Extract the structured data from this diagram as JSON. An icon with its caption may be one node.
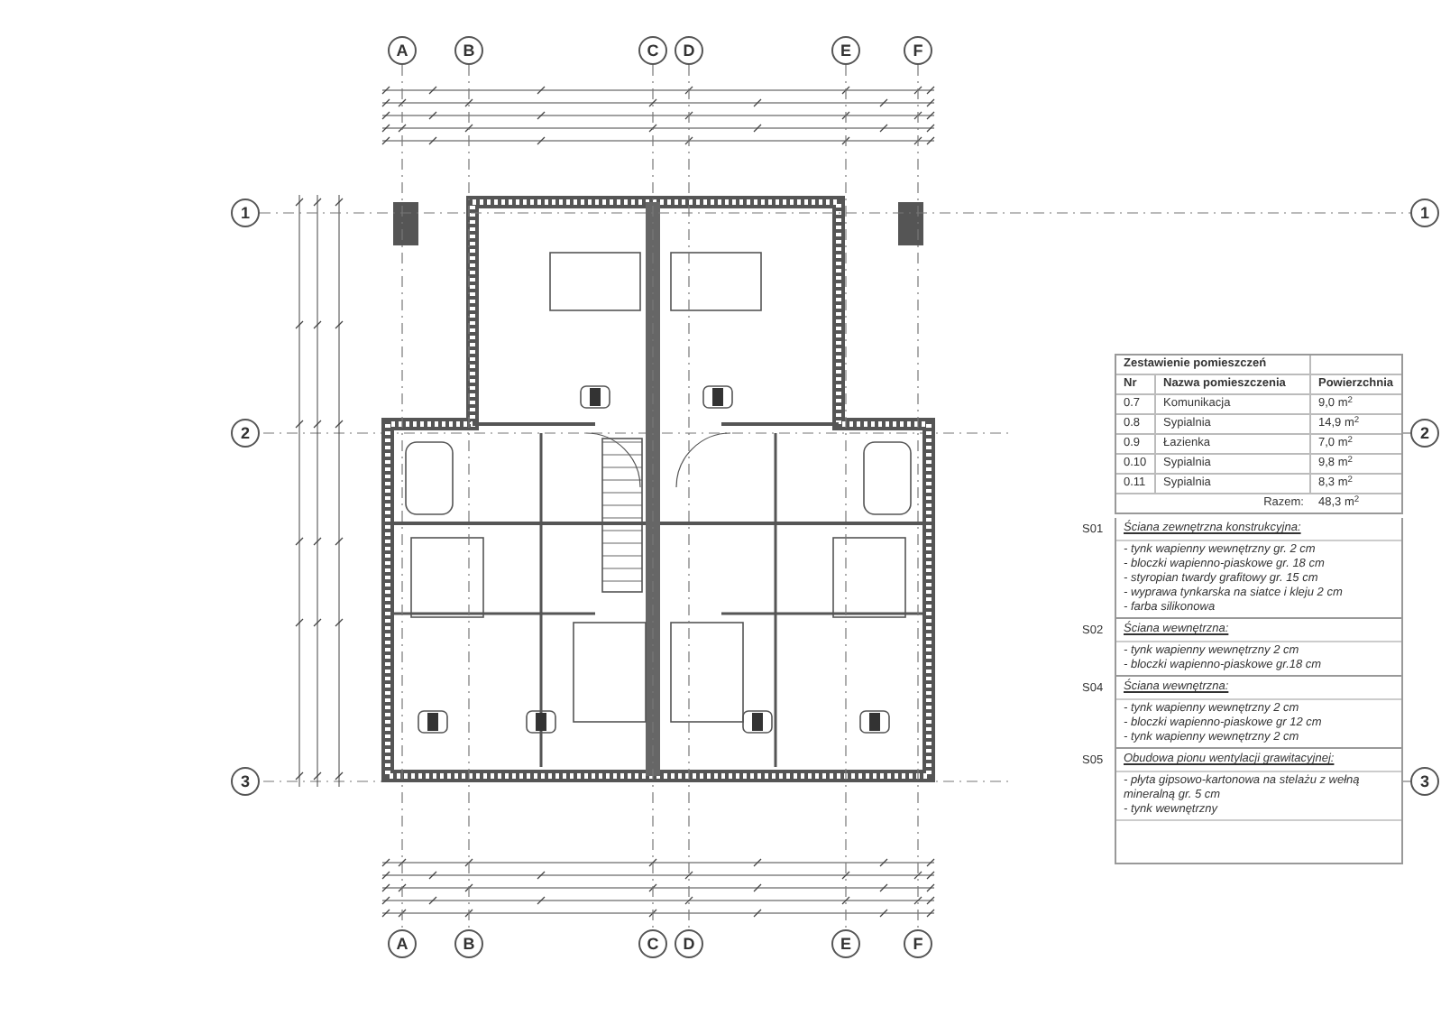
{
  "diagram": {
    "nodes": [
      {
        "text": [
          "A"
        ]
      },
      {
        "text": [
          "B"
        ]
      },
      {
        "text": [
          "C"
        ]
      },
      {
        "text": [
          "D"
        ]
      },
      {
        "text": [
          "E"
        ]
      },
      {
        "text": [
          "F"
        ]
      },
      {
        "text": [
          "A"
        ]
      },
      {
        "text": [
          "B"
        ]
      },
      {
        "text": [
          "C"
        ]
      },
      {
        "text": [
          "D"
        ]
      },
      {
        "text": [
          "E"
        ]
      },
      {
        "text": [
          "F"
        ]
      },
      {
        "text": [
          "1"
        ]
      },
      {
        "text": [
          "2"
        ]
      },
      {
        "text": [
          "3"
        ]
      },
      {
        "text": [
          "1"
        ]
      },
      {
        "text": [
          "2"
        ]
      },
      {
        "text": [
          "3"
        ]
      }
    ],
    "edges": [
      {
        "from": 0,
        "to": 6,
        "arrow": "none",
        "style": "dashed"
      },
      {
        "from": 1,
        "to": 7,
        "arrow": "none",
        "style": "dashed"
      },
      {
        "from": 2,
        "to": 8,
        "arrow": "none",
        "style": "dashed"
      },
      {
        "from": 3,
        "to": 9,
        "arrow": "none",
        "style": "dashed"
      },
      {
        "from": 4,
        "to": 10,
        "arrow": "none",
        "style": "dashed"
      },
      {
        "from": 5,
        "to": 11,
        "arrow": "none",
        "style": "dashed"
      },
      {
        "from": 12,
        "to": 15,
        "arrow": "none",
        "style": "dashed"
      }
    ],
    "labels": [
      "Zestawienie pomieszczeń",
      "Nr",
      "Nazwa pomieszczenia",
      "Powierzchnia",
      "0.7",
      "Komunikacja",
      "9,0 m$^{2}$",
      "0.8",
      "Sypialnia",
      "14,9 m$^{2}$",
      "0.9",
      "Łazienka",
      "7,0 m$^{2}$",
      "0.10",
      "Sypialnia",
      "9,8 m$^{2}$",
      "0.11",
      "Sypialnia",
      "8,3 m$^{2}$",
      "Razem:",
      "48,3 m$^{2}$",
      "S01",
      "Ściana zewnętrzna konstrukcyjna:",
      "- tynk wapienny wewnętrzny gr. 2 cm",
      "- bloczki wapienno-piaskowe gr. 18 cm",
      "- styropian twardy grafitowy gr. 15 cm",
      "- wyprawa tynkarska na siatce i kleju 2 cm",
      "- farba silikonowa",
      "S02",
      "Ściana wewnętrzna:",
      "- tynk wapienny wewnętrzny 2 cm",
      "- bloczki wapienno-piaskowe gr.18 cm",
      "S04",
      "Ściana wewnętrzna:",
      "- tynk wapienny wewnętrzny 2 cm",
      "- bloczki wapienno-piaskowe gr 12 cm",
      "- tynk wapienny wewnętrzny 2 cm",
      "S05",
      "Obudowa pionu wentylacji grawitacyjnej:",
      "- płyta gipsowo-kartonowa na stelażu z wełną mineralną gr. 5 cm",
      "- tynk wewnętrzny"
    ]
  }
}
